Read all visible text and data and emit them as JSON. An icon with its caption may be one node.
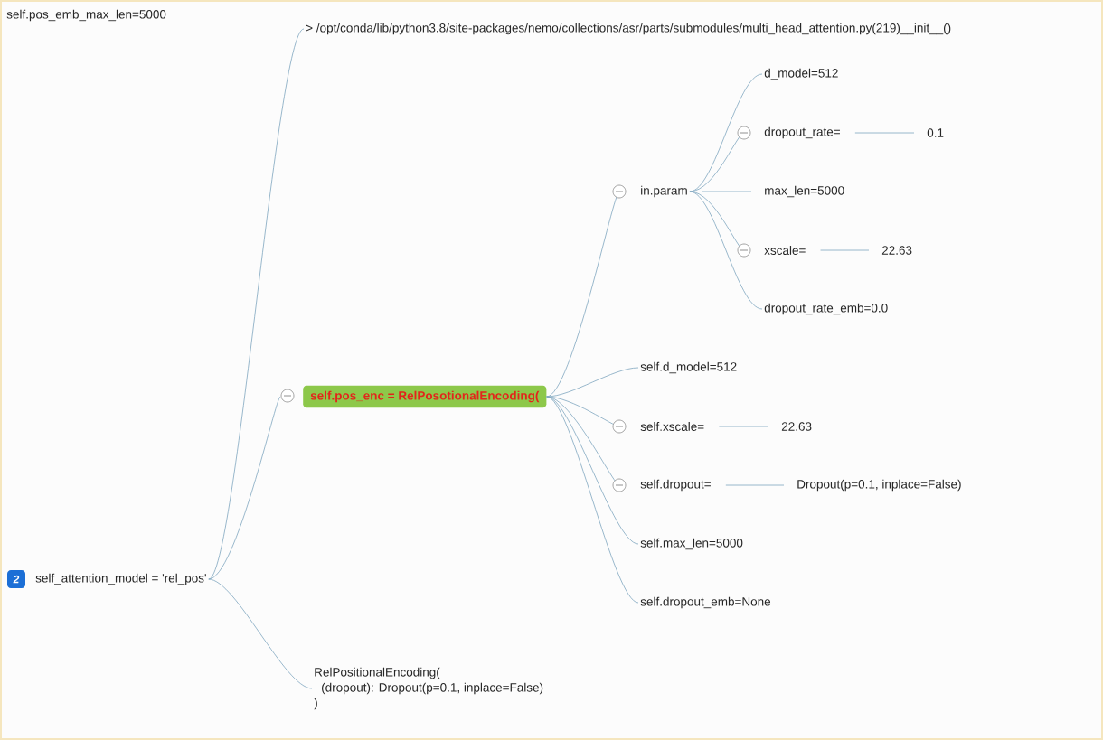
{
  "diagram": {
    "nodes": [
      {
        "text": [
          "self_attention_model = 'rel_pos'"
        ]
      },
      {
        "text": [
          "> /opt/conda/lib/python3.8/site-packages/nemo/collections/asr/parts/submodules/multi_head_attention.py(219)__init__()"
        ]
      },
      {
        "text": [
          "self.pos_enc = RelPosotionalEncoding("
        ]
      },
      {
        "text": [
          "in.param"
        ]
      },
      {
        "text": [
          "d_model=512"
        ]
      },
      {
        "text": [
          "dropout_rate="
        ]
      },
      {
        "text": [
          "0.1"
        ]
      },
      {
        "text": [
          "max_len=5000"
        ]
      },
      {
        "text": [
          "xscale="
        ]
      },
      {
        "text": [
          "22.63"
        ]
      },
      {
        "text": [
          "dropout_rate_emb=0.0"
        ]
      },
      {
        "text": [
          "self.d_model=512"
        ]
      },
      {
        "text": [
          "self.xscale="
        ]
      },
      {
        "text": [
          "22.63"
        ]
      },
      {
        "text": [
          "self.dropout="
        ]
      },
      {
        "text": [
          "Dropout(p=0.1, inplace=False)"
        ]
      },
      {
        "text": [
          "self.max_len=5000"
        ]
      },
      {
        "text": [
          "self.dropout_emb=None"
        ]
      },
      {
        "text": [
          "RelPositionalEncoding(",
          "(dropout): Dropout(p=0.1, inplace=False)",
          ")"
        ]
      }
    ],
    "edges": [
      {
        "from": 0,
        "to": 1,
        "arrow": "none"
      },
      {
        "from": 0,
        "to": 2,
        "arrow": "none"
      },
      {
        "from": 0,
        "to": 18,
        "arrow": "none"
      },
      {
        "from": 2,
        "to": 3,
        "arrow": "none"
      },
      {
        "from": 3,
        "to": 4,
        "arrow": "none"
      },
      {
        "from": 3,
        "to": 5,
        "arrow": "none"
      },
      {
        "from": 5,
        "to": 6,
        "arrow": "none"
      },
      {
        "from": 3,
        "to": 7,
        "arrow": "none"
      },
      {
        "from": 3,
        "to": 8,
        "arrow": "none"
      },
      {
        "from": 8,
        "to": 9,
        "arrow": "none"
      },
      {
        "from": 3,
        "to": 10,
        "arrow": "none"
      },
      {
        "from": 2,
        "to": 11,
        "arrow": "none"
      },
      {
        "from": 2,
        "to": 12,
        "arrow": "none"
      },
      {
        "from": 12,
        "to": 13,
        "arrow": "none"
      },
      {
        "from": 2,
        "to": 14,
        "arrow": "none"
      },
      {
        "from": 14,
        "to": 15,
        "arrow": "none"
      },
      {
        "from": 2,
        "to": 16,
        "arrow": "none"
      },
      {
        "from": 2,
        "to": 17,
        "arrow": "none"
      }
    ],
    "labels": [
      "self.pos_emb_max_len=5000",
      "2"
    ]
  }
}
